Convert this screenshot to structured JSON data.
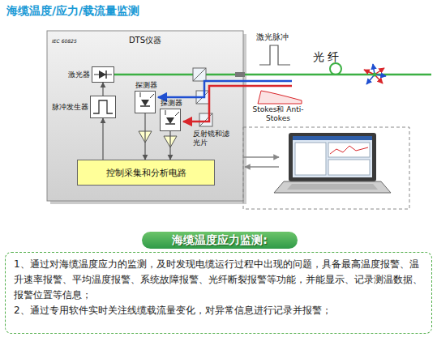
{
  "diagram": {
    "title": "海缆温度/应力/载流量监测",
    "nodes": [
      {
        "text": [
          "DTS仪器"
        ]
      },
      {
        "text": [
          "激光器"
        ],
        "in": 0
      },
      {
        "text": [
          "脉冲发生器"
        ],
        "in": 0
      },
      {
        "text": [
          "探测器"
        ],
        "in": 0
      },
      {
        "text": [
          "探测器"
        ],
        "in": 0
      },
      {
        "text": [
          "控制采集和分析电路"
        ],
        "in": 0
      },
      {
        "text": [
          "海缆温度应力监测:"
        ]
      },
      {
        "text": [
          "1、通过对海缆温度应力的监测，及时发现电缆运行过程中出现的问题，具备最高温度报警、温升速率报警、平均温度报警、系统故障报警、光纤断裂报警等功能，并能显示、记录测温数据、报警位置等信息；",
          "2、通过专用软件实时关注线缆载流量变化，对异常信息进行记录并报警；"
        ]
      }
    ],
    "edges": [
      {
        "from": 2,
        "to": 1,
        "arrow": "to"
      },
      {
        "from": 5,
        "to": 2,
        "arrow": "to"
      },
      {
        "from": 3,
        "to": 5,
        "arrow": "to"
      },
      {
        "from": 4,
        "to": 5,
        "arrow": "to"
      }
    ],
    "labels": [
      "IEC 60825",
      "反射镜和滤光片",
      "激光脉冲",
      "光 纤",
      "Stokes和 Anti-Stokes"
    ]
  }
}
